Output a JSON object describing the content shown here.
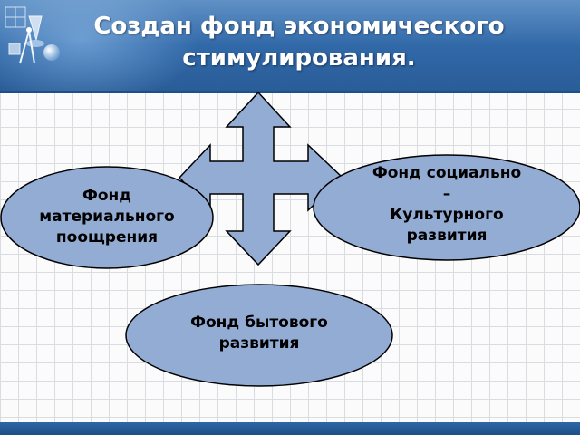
{
  "slide": {
    "title_lines": [
      "Создан фонд экономического",
      "стимулирования."
    ]
  },
  "diagram": {
    "center_shape": "four-way-arrow",
    "nodes": [
      {
        "id": "material",
        "lines": [
          "Фонд",
          "материального",
          "поощрения"
        ]
      },
      {
        "id": "social",
        "lines": [
          "Фонд социально",
          "–",
          "Культурного",
          "развития"
        ]
      },
      {
        "id": "household",
        "lines": [
          "Фонд бытового",
          "развития"
        ]
      }
    ]
  },
  "colors": {
    "header": "#2f66a5",
    "shape_fill": "#93acd4",
    "shape_stroke": "#000000",
    "grid_line": "#d9dde2"
  }
}
